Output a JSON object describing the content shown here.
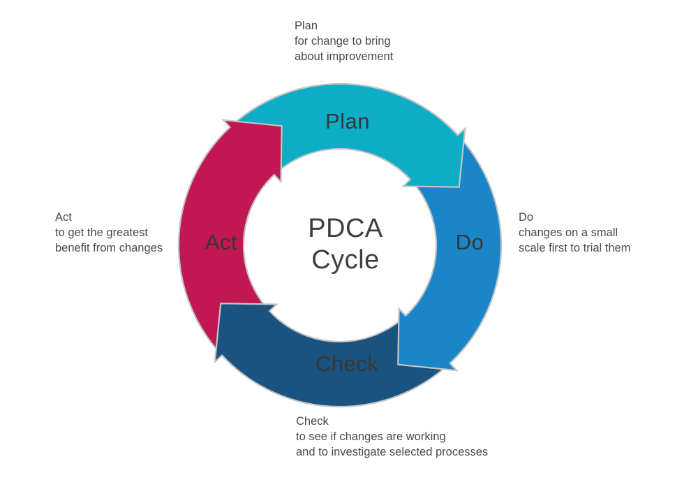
{
  "title": "PDCA Cycle",
  "center": {
    "line1": "PDCA",
    "line2": "Cycle"
  },
  "segments": [
    {
      "id": "plan",
      "label": "Plan",
      "color": "#0cadc6",
      "annotation": [
        "Plan",
        "for change to bring",
        "about improvement"
      ]
    },
    {
      "id": "do",
      "label": "Do",
      "color": "#1a86c8",
      "annotation": [
        "Do",
        "changes on a small",
        "scale first to trial them"
      ]
    },
    {
      "id": "check",
      "label": "Check",
      "color": "#1b5380",
      "annotation": [
        "Check",
        "to see if changes are working",
        "and to investigate selected processes"
      ]
    },
    {
      "id": "act",
      "label": "Act",
      "color": "#c11753",
      "annotation": [
        "Act",
        "to get the greatest",
        "benefit from changes"
      ]
    }
  ],
  "colors": {
    "outline": "#c4c4c4",
    "arc_label_text": "#373737",
    "center_text": "#3e3e3e",
    "annotation_text": "#4a4a4a",
    "background": "#ffffff"
  }
}
